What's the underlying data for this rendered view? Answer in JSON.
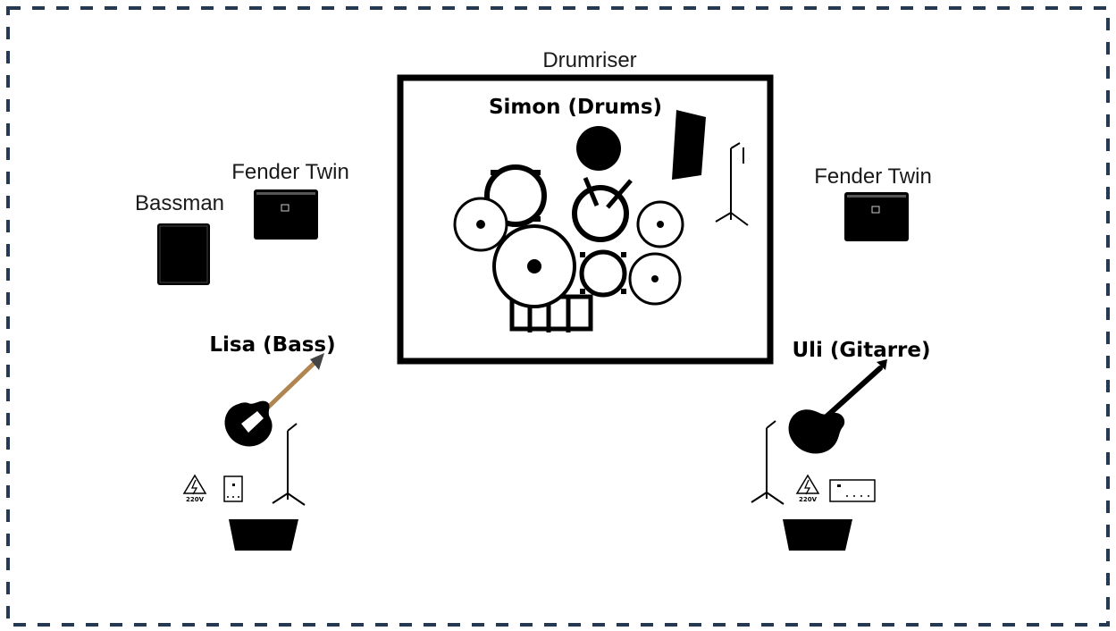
{
  "stage": {
    "border_color": "#253a52"
  },
  "drumriser": {
    "label": "Drumriser",
    "musician": "Simon (Drums)"
  },
  "bass": {
    "musician": "Lisa (Bass)",
    "amp_bassman": "Bassman",
    "amp_fender": "Fender Twin",
    "power_label": "220V"
  },
  "guitar": {
    "musician": "Uli (Gitarre)",
    "amp_fender": "Fender Twin",
    "power_label": "220V"
  },
  "icons": {
    "bass_guitar": "bass-guitar-icon",
    "electric_guitar": "electric-guitar-icon",
    "mic_stand": "mic-stand-icon",
    "power_outlet": "power-outlet-icon",
    "di_box": "di-box-icon",
    "monitor_wedge": "monitor-wedge-icon",
    "amp": "amplifier-icon",
    "drum_kit": "drum-kit-icon"
  },
  "colors": {
    "ink": "#000000",
    "bass_neck": "#b08550"
  }
}
